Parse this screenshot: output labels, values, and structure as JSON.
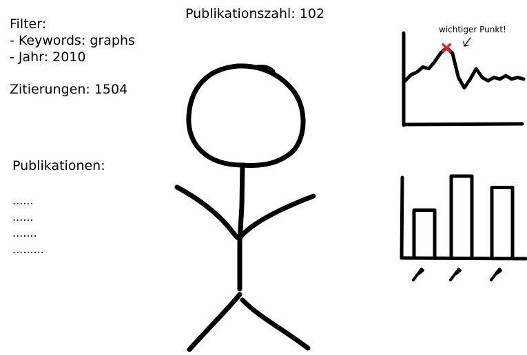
{
  "header": {
    "publication_count": "Publikationszahl: 102"
  },
  "filter": {
    "title": "Filter:",
    "keywords": "- Keywords: graphs",
    "year": "- Jahr: 2010"
  },
  "citations": "Zitierungen: 1504",
  "publications": {
    "heading": "Publikationen:",
    "items": [
      "......",
      "......",
      ".......",
      "........."
    ]
  },
  "figure": {
    "icon": "stick-figure-icon"
  },
  "charts": {
    "line_annotation": "wichtiger Punkt!",
    "highlight_color": "#e8231f"
  },
  "chart_data": [
    {
      "type": "line",
      "annotation": "wichtiger Punkt!",
      "x": [
        0,
        1,
        2,
        3,
        4,
        5,
        6,
        7,
        8,
        9,
        10,
        11,
        12,
        13,
        14,
        15,
        16,
        17,
        18,
        19,
        20
      ],
      "values": [
        48,
        55,
        58,
        64,
        62,
        70,
        80,
        86,
        80,
        52,
        40,
        50,
        62,
        52,
        48,
        52,
        50,
        54,
        50,
        52,
        50
      ],
      "highlight_index": 7
    },
    {
      "type": "bar",
      "categories": [
        "",
        "",
        ""
      ],
      "values": [
        58,
        100,
        86
      ]
    }
  ]
}
